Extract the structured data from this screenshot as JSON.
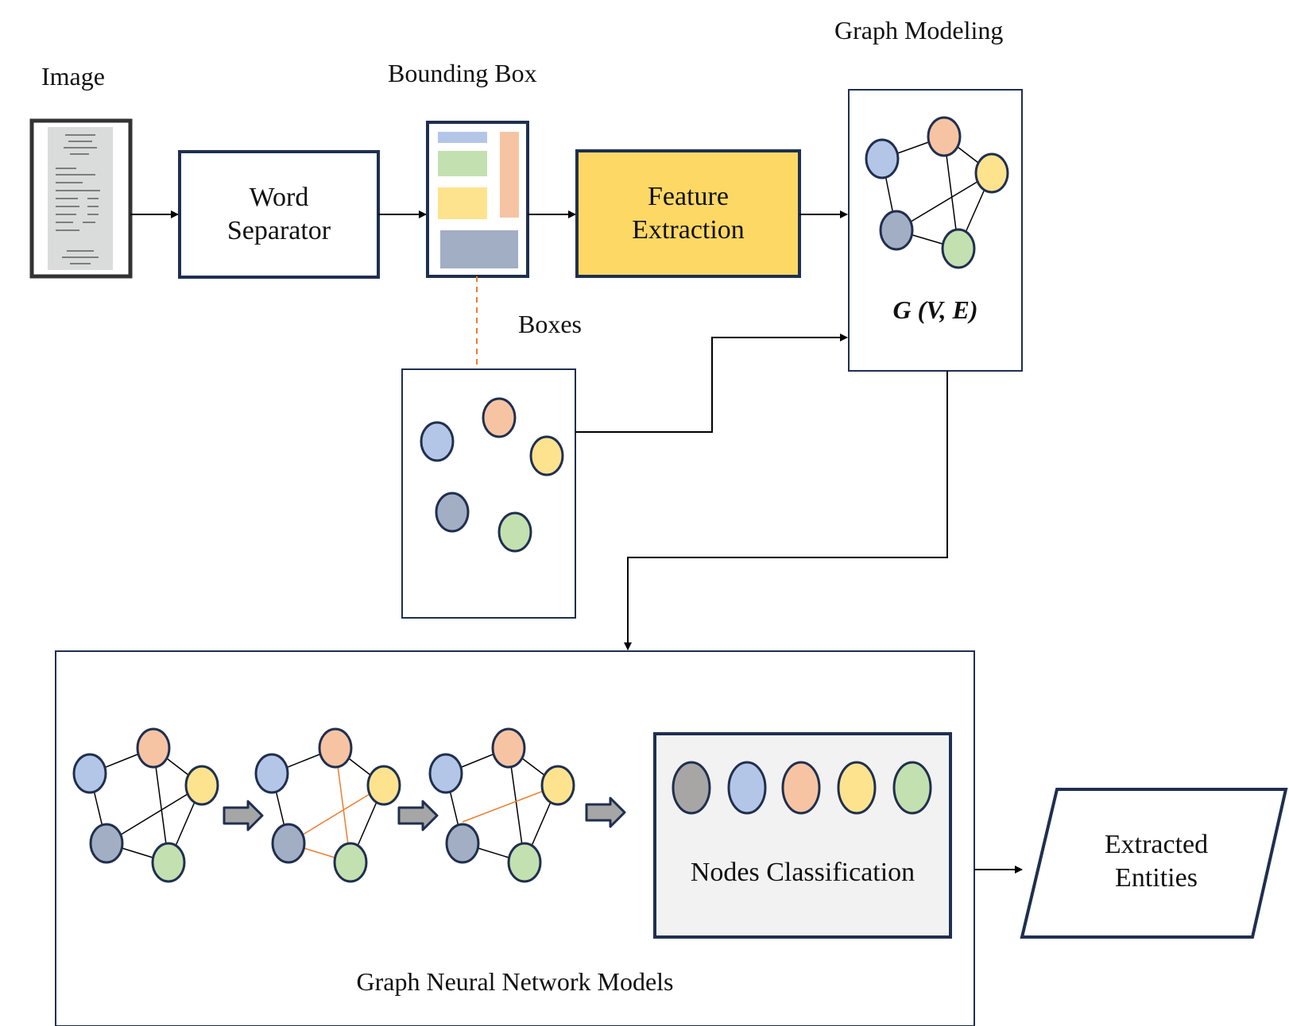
{
  "labels": {
    "image": "Image",
    "bounding_box": "Bounding Box",
    "graph_modeling": "Graph Modeling",
    "boxes": "Boxes",
    "graph_formula": "G (V, E)",
    "gnn_models": "Graph Neural Network Models",
    "nodes_classification": "Nodes Classification"
  },
  "blocks": {
    "word_separator": [
      "Word",
      "Separator"
    ],
    "feature_extraction": [
      "Feature",
      "Extraction"
    ],
    "extracted_entities": [
      "Extracted",
      "Entities"
    ]
  },
  "colors": {
    "navy": "#1f2f4f",
    "feature_fill": "#fdd865",
    "node_blue": "#b3c6e7",
    "node_orange": "#f7c4a3",
    "node_yellow": "#fde38e",
    "node_slate": "#a2aec3",
    "node_green": "#c3e0b0",
    "node_gray": "#a8a5a5",
    "highlight_edge": "#ed7d31",
    "classification_bg": "#f2f2f2"
  }
}
